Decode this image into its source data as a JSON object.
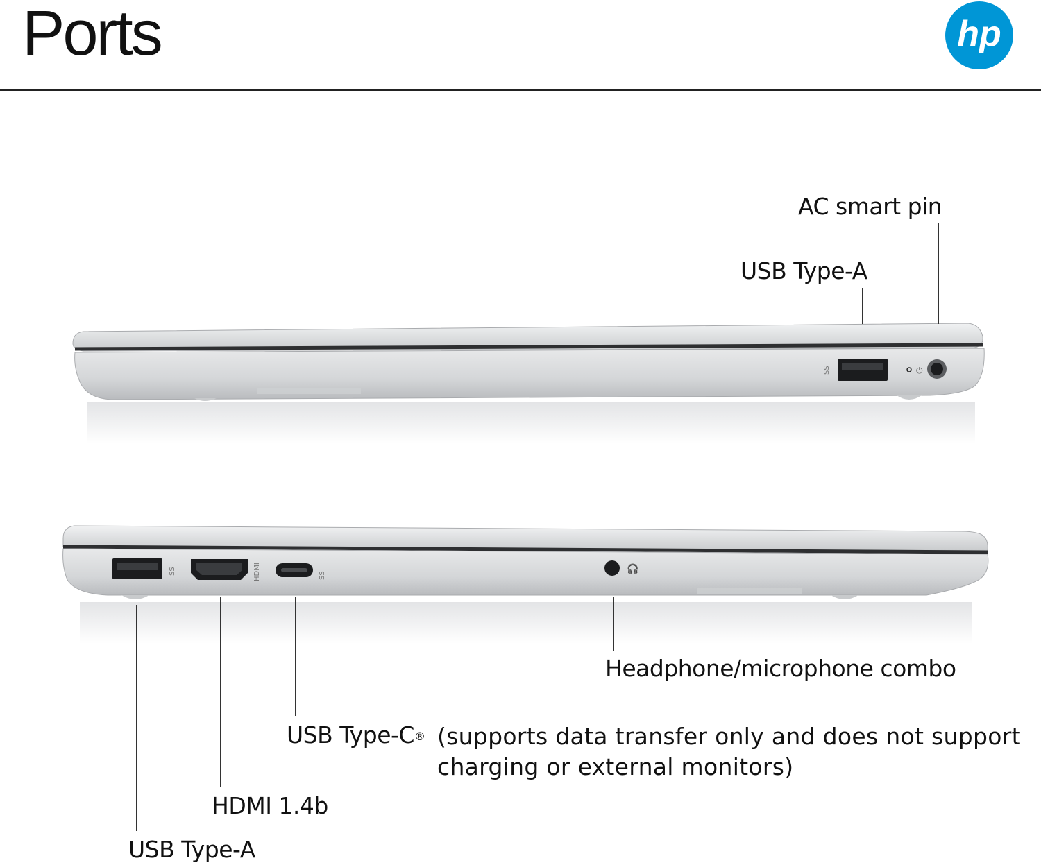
{
  "title": "Ports",
  "brand": {
    "logo_text": "hp",
    "color": "#0096d6"
  },
  "right_side": {
    "labels": {
      "ac_smart_pin": "AC smart pin",
      "usb_type_a": "USB Type-A"
    }
  },
  "left_side": {
    "labels": {
      "headphone_combo": "Headphone/microphone combo",
      "usb_type_c": "USB Type-C",
      "usb_type_c_mark": "®",
      "usb_type_c_note": "(supports data transfer only and does not support charging or external monitors)",
      "hdmi": "HDMI 1.4b",
      "usb_type_a": "USB Type-A"
    },
    "port_markings": {
      "hdmi": "HDMI",
      "superspeed": "SS"
    }
  },
  "colors": {
    "chassis": "#d6d8da",
    "port": "#1b1c1e",
    "line": "#333333"
  }
}
